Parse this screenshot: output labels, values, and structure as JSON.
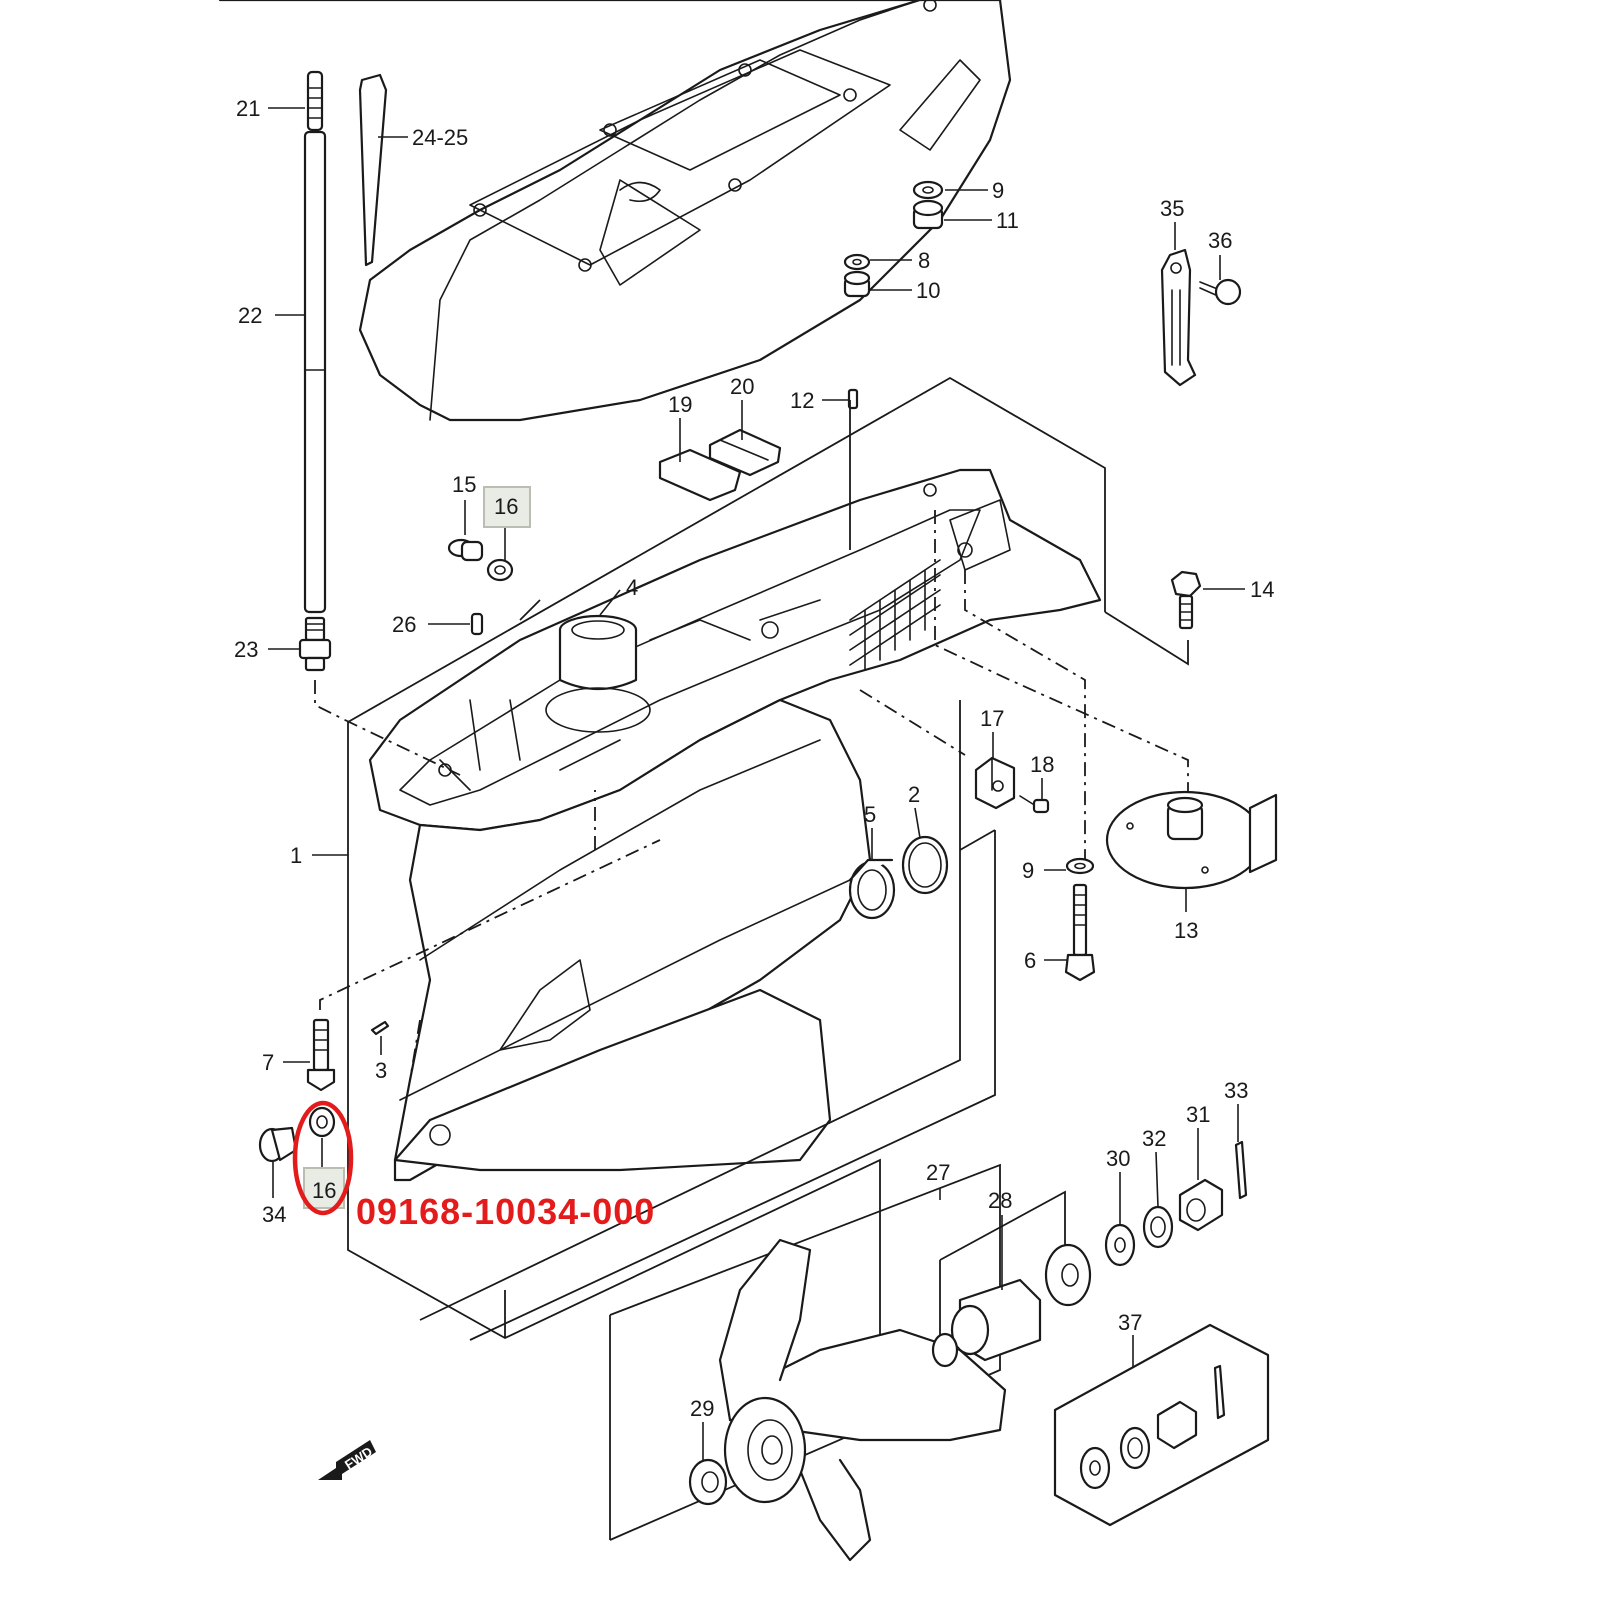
{
  "labels": {
    "l1": "1",
    "l2": "2",
    "l3": "3",
    "l4": "4",
    "l5": "5",
    "l6": "6",
    "l7": "7",
    "l8": "8",
    "l9a": "9",
    "l9b": "9",
    "l10": "10",
    "l11": "11",
    "l12": "12",
    "l13": "13",
    "l14": "14",
    "l15": "15",
    "l16a": "16",
    "l16b": "16",
    "l17": "17",
    "l18": "18",
    "l19": "19",
    "l20": "20",
    "l21": "21",
    "l22": "22",
    "l23": "23",
    "l24": "24-25",
    "l26": "26",
    "l27": "27",
    "l28": "28",
    "l29": "29",
    "l30": "30",
    "l31": "31",
    "l32": "32",
    "l33": "33",
    "l34": "34",
    "l35": "35",
    "l36": "36",
    "l37": "37"
  },
  "callout": {
    "part_number": "09168-10034-000",
    "highlight_color": "#e31b1b"
  },
  "direction_arrow": {
    "text": "FWD"
  }
}
